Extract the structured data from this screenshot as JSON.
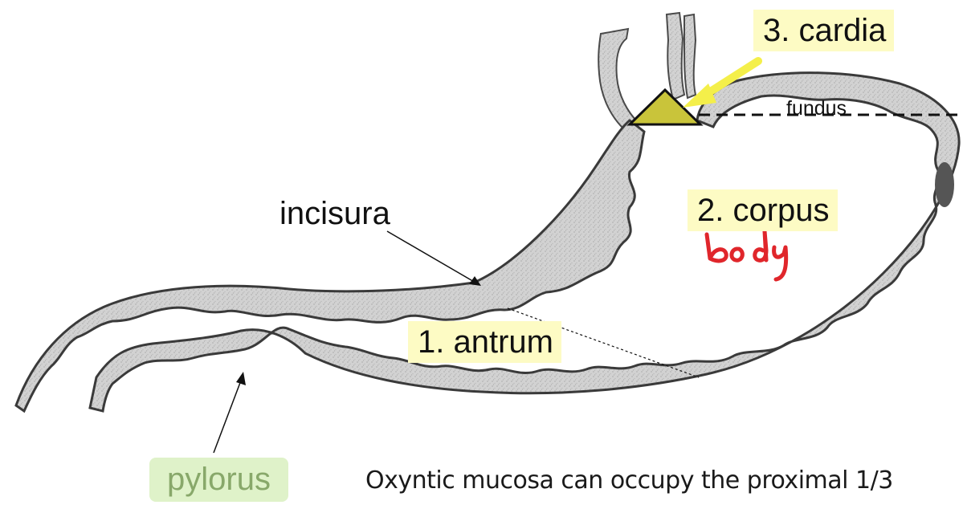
{
  "labels": {
    "cardia": "3. cardia",
    "fundus": "fundus",
    "incisura": "incisura",
    "corpus": "2. corpus",
    "body_handwritten": "body",
    "antrum": "1. antrum",
    "pylorus": "pylorus",
    "note": "Oxyntic mucosa can occupy the proximal 1/3"
  },
  "colors": {
    "highlight": "#fdfbc4",
    "pylorus_bg": "#dff2c9",
    "pylorus_text": "#88a86a",
    "cardia_marker": "#c9c43a",
    "arrow_yellow": "#f4ef4a",
    "handwriting": "#e0262b",
    "wall_fill": "#cfcfcf",
    "wall_stroke": "#4a4a4a"
  }
}
